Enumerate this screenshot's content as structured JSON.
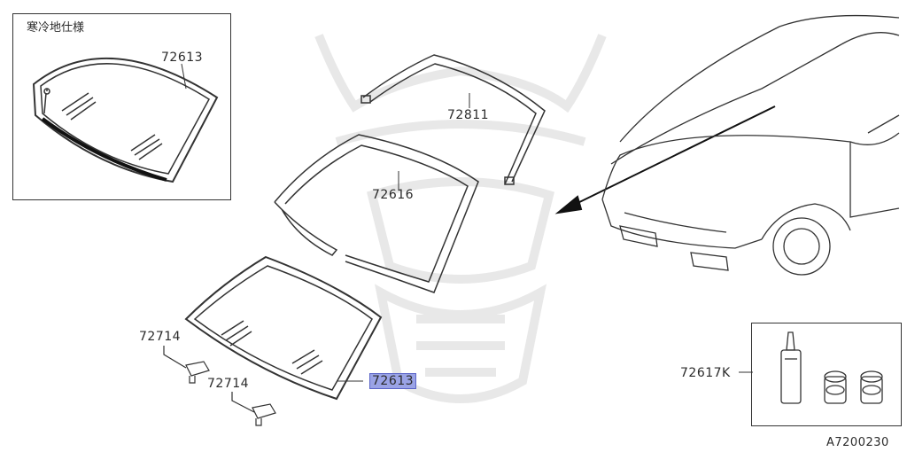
{
  "inset": {
    "title": "寒冷地仕様",
    "part": "72613"
  },
  "parts": {
    "molding_top": "72811",
    "dam": "72616",
    "clip_a": "72714",
    "clip_b": "72714",
    "windshield": "72613",
    "kit": "72617K"
  },
  "diagram_code": "A7200230",
  "highlighted_part": "72613",
  "colors": {
    "line": "#333333",
    "highlight": "#9aa3e6",
    "watermark": "#e6e6e6"
  }
}
